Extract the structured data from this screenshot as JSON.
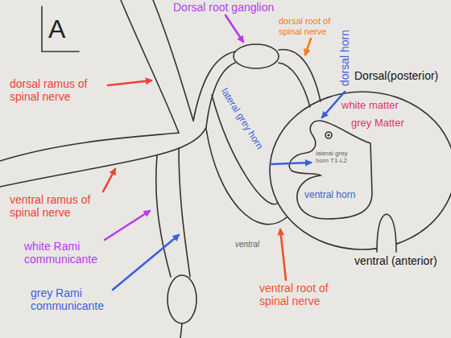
{
  "diagram": {
    "labels": [
      "A",
      "Dorsal root ganglion",
      "dorsal root of spinal nerve",
      "dorsal horn",
      "Dorsal(posterior)",
      "dorsal ramus of spinal nerve",
      "lateral grey horn",
      "white matter",
      "grey Matter",
      "lateral grey horn T1-L2",
      "ventral horn",
      "ventral ramus of spinal nerve",
      "white Rami communicante",
      "grey Rami communicante",
      "ventral",
      "ventral root of spinal nerve",
      "ventral (anterior)"
    ]
  }
}
